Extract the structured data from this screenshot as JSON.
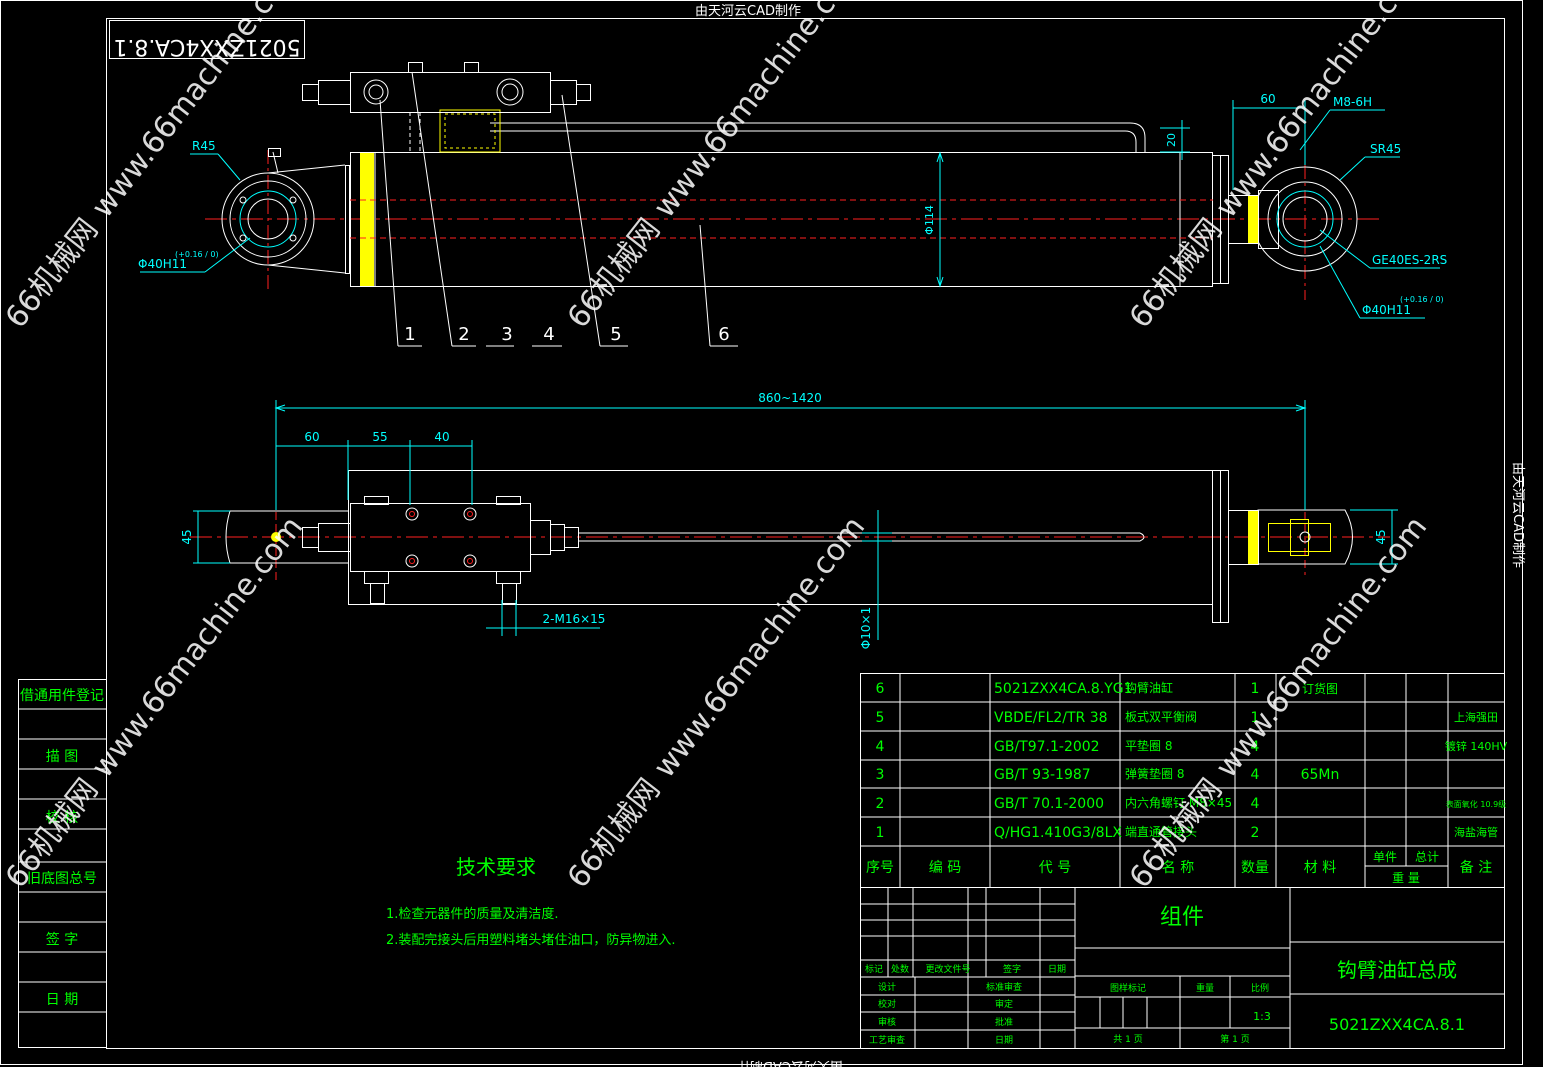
{
  "colors": {
    "bg": "#000000",
    "frame": "#ffffff",
    "green": "#00ff00",
    "red": "#ff2020",
    "cyan": "#00ffff",
    "yellow": "#ffff00",
    "grey": "#b8b8b8"
  },
  "border": {
    "top": "由天河云CAD制作",
    "right": "由天河云CAD制作",
    "bottom": "由天河云CAD制作"
  },
  "drawing_code_mirrored": "5021ZXX4CA.8.1",
  "watermark": {
    "cn": "66机械网",
    "url": "www.66machine.com"
  },
  "left_panel": [
    "借通用件登记",
    "描 图",
    "校 核",
    "旧底图总号",
    "签 字",
    "日 期"
  ],
  "top_view": {
    "dims": {
      "d60": "60",
      "m8": "M8-6H",
      "d20": "20",
      "sr45": "SR45",
      "r45": "R45",
      "bore_left": "Φ40H11",
      "bore_left_tol": "(+0.16 / 0)",
      "dia114": "Φ114",
      "bearing": "GE40ES-2RS",
      "bore_right": "Φ40H11",
      "bore_right_tol": "(+0.16 / 0)"
    },
    "balloons": [
      "1",
      "2",
      "3",
      "4",
      "5",
      "6"
    ]
  },
  "bottom_view": {
    "dims": {
      "overall": "860~1420",
      "d60": "60",
      "d55": "55",
      "d40": "40",
      "d45a": "45",
      "d45b": "45",
      "thread": "2-M16×15",
      "rod": "Φ10×1"
    }
  },
  "tech_req": {
    "title": "技术要求",
    "items": [
      "1.检查元器件的质量及清洁度.",
      "2.装配完接头后用塑料堵头堵住油口，防异物进入."
    ]
  },
  "bom": {
    "rows": [
      {
        "no": "6",
        "code": "5021ZXX4CA.8.YG1",
        "name": "钩臂油缸",
        "qty": "1",
        "mat": "",
        "w1": "订货图",
        "w2": "",
        "note": ""
      },
      {
        "no": "5",
        "code": "VBDE/FL2/TR 38",
        "name": "板式双平衡阀",
        "qty": "1",
        "mat": "",
        "w1": "",
        "w2": "",
        "note": "上海强田"
      },
      {
        "no": "4",
        "code": "GB/T97.1-2002",
        "name": "平垫圈 8",
        "qty": "4",
        "mat": "",
        "w1": "",
        "w2": "",
        "note": "镀锌 140HV"
      },
      {
        "no": "3",
        "code": "GB/T 93-1987",
        "name": "弹簧垫圈 8",
        "qty": "4",
        "mat": "65Mn",
        "w1": "",
        "w2": "",
        "note": ""
      },
      {
        "no": "2",
        "code": "GB/T 70.1-2000",
        "name": "内六角螺钉 M8×45",
        "qty": "4",
        "mat": "",
        "w1": "",
        "w2": "",
        "note": "表面氧化 10.9级"
      },
      {
        "no": "1",
        "code": "Q/HG1.410G3/8LX",
        "name": "端直通管接头",
        "qty": "2",
        "mat": "",
        "w1": "",
        "w2": "",
        "note": "海盐海管"
      }
    ],
    "header": {
      "no": "序号",
      "code": "编 码",
      "std": "代 号",
      "name": "名 称",
      "qty": "数量",
      "mat": "材 料",
      "single": "单件",
      "total": "总计",
      "weight": "重 量",
      "note": "备 注"
    }
  },
  "title_block": {
    "component": "组件",
    "title": "钩臂油缸总成",
    "number": "5021ZXX4CA.8.1",
    "rev_headers": [
      "标记",
      "处数",
      "更改文件号",
      "签字",
      "日期"
    ],
    "sign": [
      "设计",
      "校对",
      "审核",
      "工艺审查"
    ],
    "sign2": [
      "标准审查",
      "审定",
      "批准",
      "日期"
    ],
    "stage": "图样标记",
    "weight": "重量",
    "scale": "比例",
    "scale_val": "1:3",
    "sheets": "共 1 页",
    "sheet": "第 1 页"
  }
}
